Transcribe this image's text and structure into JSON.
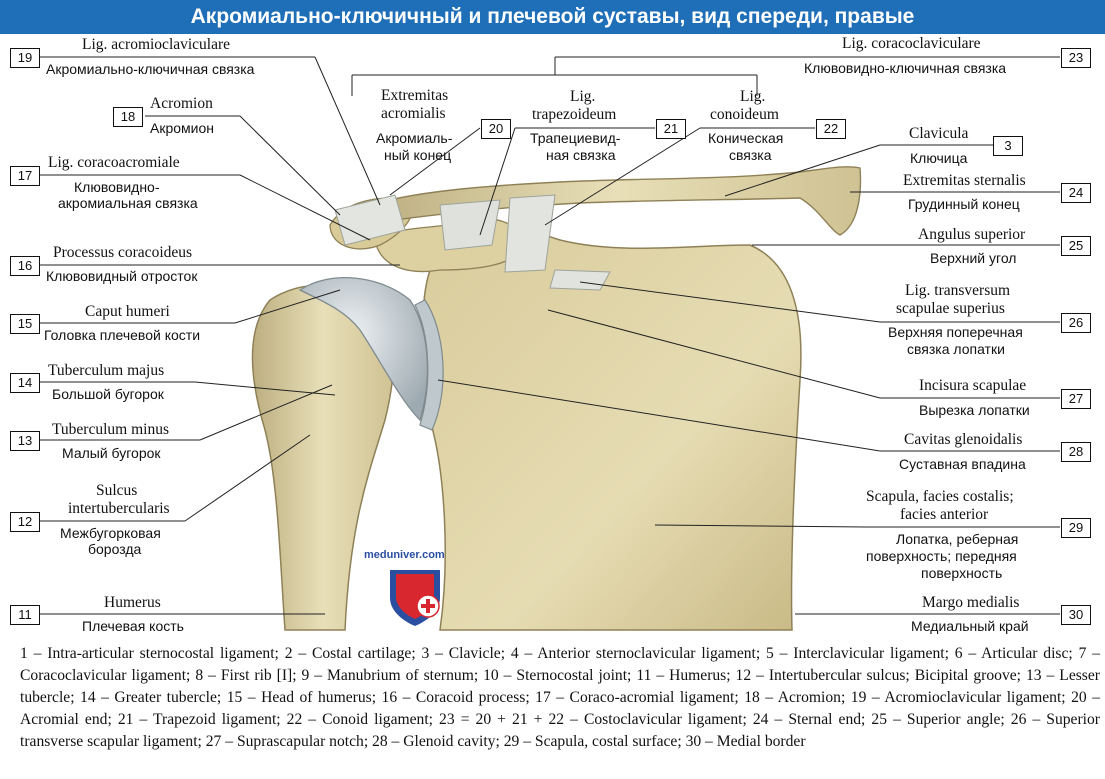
{
  "title": "Акромиально-ключичный и плечевой суставы, вид спереди, правые",
  "watermark": "meduniver.com",
  "labels": [
    {
      "num": "19",
      "lat": "Lig. acromioclaviculare",
      "ru": "Акромиально-ключичная связка"
    },
    {
      "num": "18",
      "lat": "Acromion",
      "ru": "Акромион"
    },
    {
      "num": "17",
      "lat": "Lig. coracoacromiale",
      "ru1": "Клювовидно-",
      "ru2": "акромиальная связка"
    },
    {
      "num": "16",
      "lat": "Processus coracoideus",
      "ru": "Клювовидный отросток"
    },
    {
      "num": "15",
      "lat": "Caput humeri",
      "ru": "Головка плечевой кости"
    },
    {
      "num": "14",
      "lat": "Tuberculum majus",
      "ru": "Большой бугорок"
    },
    {
      "num": "13",
      "lat": "Tuberculum minus",
      "ru": "Малый бугорок"
    },
    {
      "num": "12",
      "lat1": "Sulcus",
      "lat2": "intertubercularis",
      "ru1": "Межбугорковая",
      "ru2": "борозда"
    },
    {
      "num": "11",
      "lat": "Humerus",
      "ru": "Плечевая кость"
    },
    {
      "num": "20",
      "lat1": "Extremitas",
      "lat2": "acromialis",
      "ru1": "Акромиаль-",
      "ru2": "ный конец"
    },
    {
      "num": "21",
      "lat1": "Lig.",
      "lat2": "trapezoideum",
      "ru1": "Трапециевид-",
      "ru2": "ная связка"
    },
    {
      "num": "22",
      "lat1": "Lig.",
      "lat2": "conoideum",
      "ru1": "Коническая",
      "ru2": "связка"
    },
    {
      "num": "23",
      "lat": "Lig. coracoclaviculare",
      "ru": "Клювовидно-ключичная связка"
    },
    {
      "num": "3",
      "lat": "Clavicula",
      "ru": "Ключица"
    },
    {
      "num": "24",
      "lat": "Extremitas sternalis",
      "ru": "Грудинный конец"
    },
    {
      "num": "25",
      "lat": "Angulus superior",
      "ru": "Верхний угол"
    },
    {
      "num": "26",
      "lat1": "Lig. transversum",
      "lat2": "scapulae superius",
      "ru1": "Верхняя поперечная",
      "ru2": "связка лопатки"
    },
    {
      "num": "27",
      "lat": "Incisura scapulae",
      "ru": "Вырезка лопатки"
    },
    {
      "num": "28",
      "lat": "Cavitas glenoidalis",
      "ru": "Суставная впадина"
    },
    {
      "num": "29",
      "lat1": "Scapula, facies costalis;",
      "lat2": "facies anterior",
      "ru1": "Лопатка, реберная",
      "ru2": "поверхность; передняя",
      "ru3": "поверхность"
    },
    {
      "num": "30",
      "lat": "Margo medialis",
      "ru": "Медиальный край"
    }
  ],
  "legend": "1 – Intra-articular sternocostal ligament; 2 – Costal cartilage; 3 – Clavicle; 4 – Anterior sternoclavicular ligament; 5 – Interclavicular ligament; 6 – Articular disc; 7 – Coracoclavicular ligament; 8 – First rib [I]; 9 – Manubrium of sternum; 10 – Sternocostal joint; 11 – Humerus; 12 – Intertubercular sulcus; Bicipital groove; 13 – Lesser tubercle; 14 – Greater tubercle; 15 – Head of humerus; 16 – Coracoid process; 17 – Coraco-acromial ligament; 18 – Acromion; 19 – Acromioclavicular ligament; 20 – Acromial end; 21 – Trapezoid ligament; 22 – Conoid ligament; 23 = 20 + 21 + 22 – Costoclavicular ligament; 24 – Sternal end; 25 – Superior angle; 26 – Superior transverse scapular ligament; 27 – Suprascapular notch; 28 – Glenoid cavity; 29 – Scapula, costal surface; 30 – Medial border",
  "colors": {
    "title_bg": "#1f6fb8",
    "bone": "#e4d9ae",
    "bone_shadow": "#b7a677",
    "cartilage": "#c9d3d8",
    "ligament": "#d9dcd6"
  }
}
